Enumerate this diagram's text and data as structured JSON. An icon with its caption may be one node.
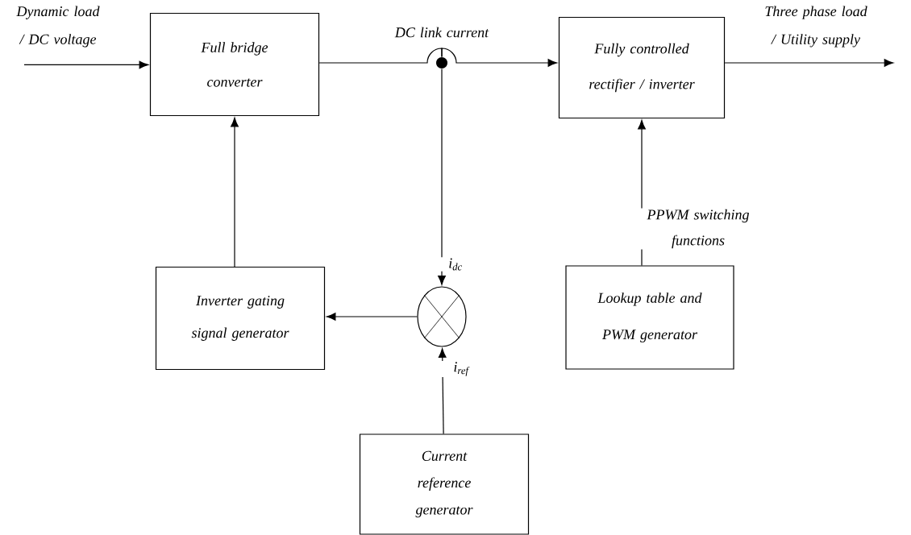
{
  "diagram": {
    "nodes": [
      {
        "text": [
          "Dynamic load / DC voltage"
        ]
      },
      {
        "text": [
          "Full bridge converter"
        ]
      },
      {
        "text": [],
        "shape": "circle",
        "beside": [
          "DC link current"
        ]
      },
      {
        "text": [
          "Fully controlled rectifier / inverter"
        ]
      },
      {
        "text": [
          "Three phase load / Utility supply"
        ]
      },
      {
        "text": [
          "Inverter gating signal generator"
        ]
      },
      {
        "text": [],
        "shape": "circle"
      },
      {
        "text": [
          "Lookup table and PWM generator"
        ]
      },
      {
        "text": [
          "Current reference generator"
        ]
      }
    ],
    "edges": [
      {
        "from": 0,
        "to": 1,
        "arrow": "to"
      },
      {
        "from": 1,
        "to": 2,
        "arrow": "none"
      },
      {
        "from": 2,
        "to": 3,
        "arrow": "to"
      },
      {
        "from": 3,
        "to": 4,
        "arrow": "to"
      },
      {
        "from": 2,
        "to": 6,
        "arrow": "to",
        "label": "i$_{dc}$"
      },
      {
        "from": 5,
        "to": 1,
        "arrow": "to"
      },
      {
        "from": 6,
        "to": 5,
        "arrow": "to"
      },
      {
        "from": 8,
        "to": 6,
        "arrow": "to",
        "label": "i$_{ref}$"
      },
      {
        "from": 7,
        "to": 3,
        "arrow": "to",
        "label": "PPWM switching functions"
      }
    ]
  }
}
